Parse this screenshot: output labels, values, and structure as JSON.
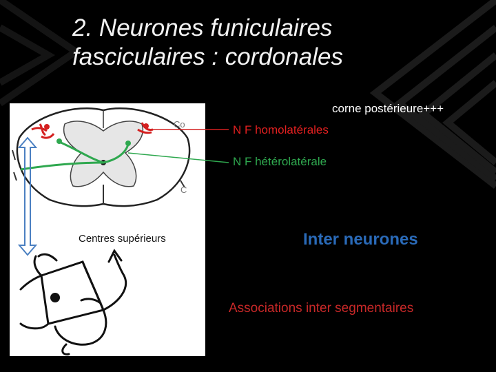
{
  "slide": {
    "title_line1": "2. Neurones funiculaires",
    "title_line2": "fasciculaires : cordonales"
  },
  "labels": {
    "corne": "corne postérieure+++",
    "homolaterales": "N F homolatérales",
    "heterolaterale": "N F hétérolatérale",
    "centres": "Centres supérieurs",
    "inter_neurones": "Inter neurones",
    "associations": "Associations inter segmentaires",
    "co_1": "Co",
    "co_2": "C"
  },
  "colors": {
    "background": "#000000",
    "title": "#f2f2f2",
    "homolateral": "#e32020",
    "heterolateral": "#2fa84f",
    "inter_neurones": "#2a6ab8",
    "associations": "#c82828",
    "arrow": "#4a7fc1"
  },
  "icons": {
    "decoration": "chevron-pattern",
    "arrow": "double-headed-vertical-arrow",
    "neuron": "neuron-sketch"
  }
}
